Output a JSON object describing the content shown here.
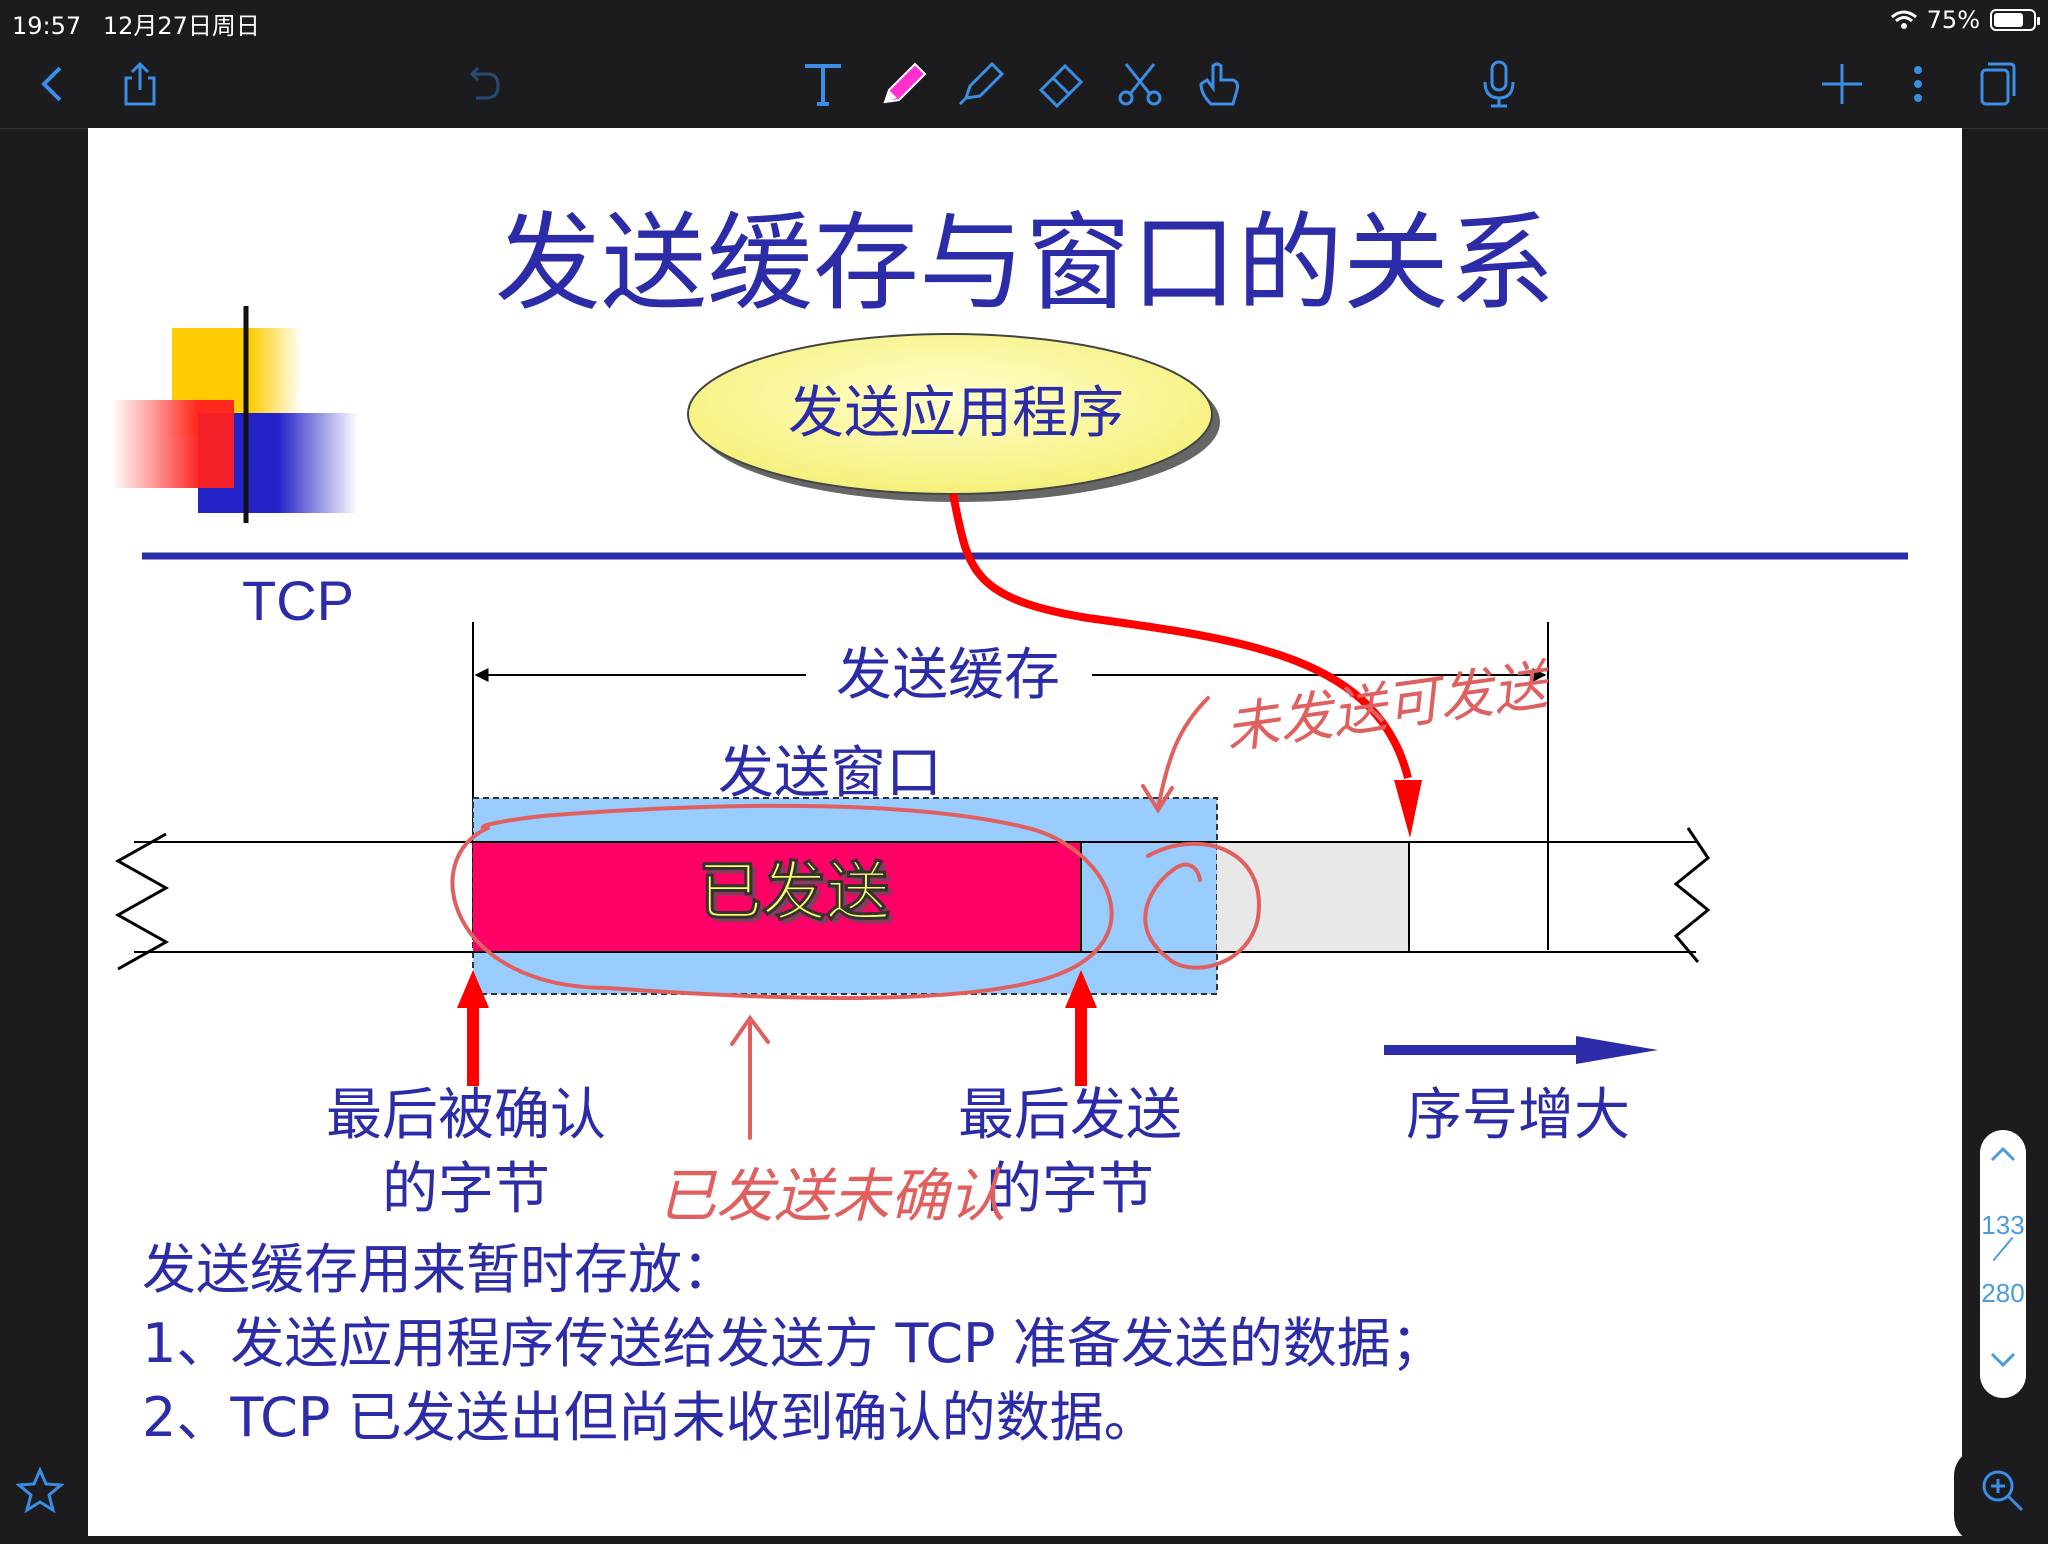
{
  "status": {
    "time": "19:57",
    "date": "12月27日周日",
    "battery": "75%",
    "battery_level": 0.75
  },
  "toolbar": {
    "icons": [
      "back-icon",
      "share-icon",
      "undo-icon",
      "text-tool-icon",
      "pen-icon",
      "highlighter-icon",
      "eraser-icon",
      "scissors-icon",
      "hand-icon",
      "microphone-icon",
      "add-icon",
      "more-icon",
      "pages-icon"
    ],
    "accent": "#3a8ee6",
    "active_pen_color": "#ff2fd0"
  },
  "slide": {
    "title": "发送缓存与窗口的关系",
    "app_label": "发送应用程序",
    "tcp_label": "TCP",
    "buffer_label": "发送缓存",
    "window_label": "发送窗口",
    "sent_label": "已发送",
    "last_acked_label_1": "最后被确认",
    "last_acked_label_2": "的字节",
    "last_sent_label_1": "最后发送",
    "last_sent_label_2": "的字节",
    "seq_label": "序号增大",
    "body_line_1": "发送缓存用来暂时存放：",
    "body_line_2": "1、发送应用程序传送给发送方 TCP 准备发送的数据；",
    "body_line_3": "2、TCP 已发送出但尚未收到确认的数据。",
    "colors": {
      "text": "#2c2ca8",
      "sent": "#ff0066",
      "window": "#99ccff",
      "buffer_rest": "#e8e8e8",
      "arrow": "#ff0000",
      "ellipse": "#ffff99"
    }
  },
  "annotations": {
    "note_top": "未发送可发送",
    "note_bottom": "已发送未确认",
    "ink_color": "#e06060"
  },
  "page_nav": {
    "current": "133",
    "total": "280"
  }
}
